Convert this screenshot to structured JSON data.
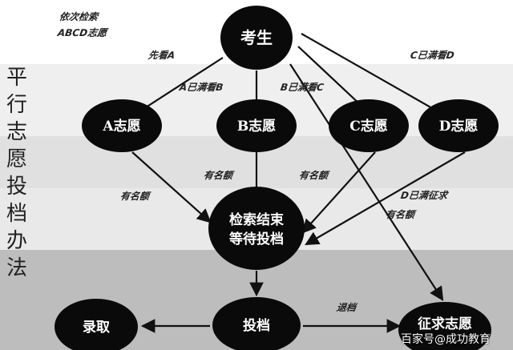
{
  "title": "平行志愿投档办法",
  "note": [
    "依次检索",
    "ABCD志愿"
  ],
  "nodes": {
    "student": "考生",
    "a": "A志愿",
    "b": "B志愿",
    "c": "C志愿",
    "d": "D志愿",
    "search_end": [
      "检索结束",
      "等待投档"
    ],
    "admit": "录取",
    "submit": "投档",
    "solicit": "征求志愿"
  },
  "edge_labels": {
    "first_a": "先看A",
    "a_full_b": "A已满看B",
    "b_full_c": "B已满看C",
    "c_full_d": "C已满看D",
    "a_quota": "有名额",
    "b_quota": "有名额",
    "c_quota": "有名额",
    "d_full_solicit": "D已满征求",
    "solicit_quota": "有名额",
    "reject": "退档"
  },
  "watermark": "百家号@成功教育"
}
